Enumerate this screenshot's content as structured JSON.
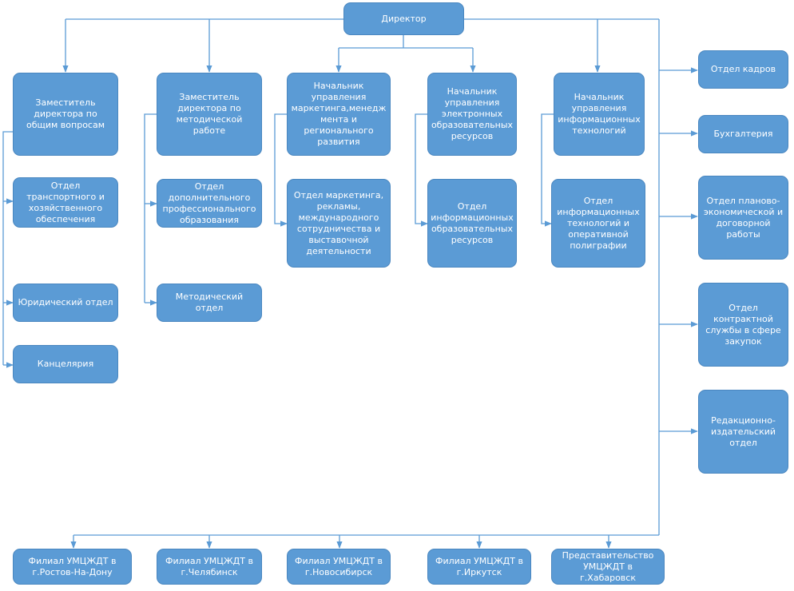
{
  "director": "Директор",
  "deputy_general": "Заместитель директора по общим вопросам",
  "deputy_method": "Заместитель директора по методической работе",
  "head_marketing": "Начальник управления маркетинга,менедж мента и регионального развития",
  "head_edu_resources": "Начальник управления электронных образовательных ресурсов",
  "head_it": "Начальник управления информационных технологий",
  "dept_transport": "Отдел транспортного и хозяйственного обеспечения",
  "dept_legal": "Юридический отдел",
  "dept_office": "Канцелярия",
  "dept_additional_edu": "Отдел дополнительного профессионального образования",
  "dept_methodical": "Методический отдел",
  "dept_marketing": "Отдел маркетинга, рекламы, международного сотрудничества и выставочной деятельности",
  "dept_info_edu": "Отдел информационных образовательных ресурсов",
  "dept_it_polygraphy": "Отдел информационных технологий и оперативной полиграфии",
  "side": {
    "hr": "Отдел кадров",
    "accounting": "Бухгалтерия",
    "planning": "Отдел планово-экономической и договорной работы",
    "procurement": "Отдел контрактной службы в сфере закупок",
    "publishing": "Редакционно-издательский отдел"
  },
  "branches": {
    "rostov": "Филиал УМЦЖДТ в г.Ростов-На-Дону",
    "chelyabinsk": "Филиал УМЦЖДТ в г.Челябинск",
    "novosibirsk": "Филиал УМЦЖДТ в г.Новосибирск",
    "irkutsk": "Филиал УМЦЖДТ в г.Иркутск",
    "khabarovsk": "Представительство УМЦЖДТ в г.Хабаровск"
  },
  "colors": {
    "node": "#5b9bd5",
    "line": "#5b9bd5",
    "text": "#ffffff"
  }
}
